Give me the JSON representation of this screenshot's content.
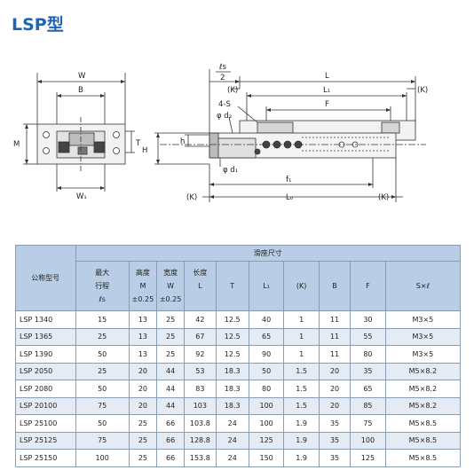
{
  "title": "LSP型",
  "drawing": {
    "left_view": {
      "W": "W",
      "B": "B",
      "M": "M",
      "T": "T",
      "W1": "W₁"
    },
    "right_view": {
      "ls2_top": "ℓs",
      "ls2_bottom": "2",
      "L": "L",
      "L1": "L₁",
      "K": "(K)",
      "four_S": "4-S",
      "F": "F",
      "phi_d2": "φ d₂",
      "h": "h",
      "H": "H",
      "phi_d1": "φ d₁",
      "f1": "f₁",
      "L0": "L₀"
    }
  },
  "table": {
    "group_header": "滑座尺寸",
    "model_header": "公称型号",
    "columns": [
      {
        "lines": [
          "最大",
          "行程",
          "ℓs"
        ]
      },
      {
        "lines": [
          "高度",
          "M",
          "±0.25"
        ]
      },
      {
        "lines": [
          "宽度",
          "W",
          "±0.25"
        ]
      },
      {
        "lines": [
          "长度",
          "L",
          ""
        ]
      },
      {
        "lines": [
          "T"
        ]
      },
      {
        "lines": [
          "L₁"
        ]
      },
      {
        "lines": [
          "(K)"
        ]
      },
      {
        "lines": [
          "B"
        ]
      },
      {
        "lines": [
          "F"
        ]
      },
      {
        "lines": [
          "S×ℓ"
        ]
      }
    ],
    "rows": [
      [
        "LSP 1340",
        "15",
        "13",
        "25",
        "42",
        "12.5",
        "40",
        "1",
        "11",
        "30",
        "M3×5"
      ],
      [
        "LSP 1365",
        "25",
        "13",
        "25",
        "67",
        "12.5",
        "65",
        "1",
        "11",
        "55",
        "M3×5"
      ],
      [
        "LSP 1390",
        "50",
        "13",
        "25",
        "92",
        "12.5",
        "90",
        "1",
        "11",
        "80",
        "M3×5"
      ],
      [
        "LSP 2050",
        "25",
        "20",
        "44",
        "53",
        "18.3",
        "50",
        "1.5",
        "20",
        "35",
        "M5×8.2"
      ],
      [
        "LSP 2080",
        "50",
        "20",
        "44",
        "83",
        "18.3",
        "80",
        "1.5",
        "20",
        "65",
        "M5×8.2"
      ],
      [
        "LSP 20100",
        "75",
        "20",
        "44",
        "103",
        "18.3",
        "100",
        "1.5",
        "20",
        "85",
        "M5×8.2"
      ],
      [
        "LSP 25100",
        "50",
        "25",
        "66",
        "103.8",
        "24",
        "100",
        "1.9",
        "35",
        "75",
        "M5×8.5"
      ],
      [
        "LSP 25125",
        "75",
        "25",
        "66",
        "128.8",
        "24",
        "125",
        "1.9",
        "35",
        "100",
        "M5×8.5"
      ],
      [
        "LSP 25150",
        "100",
        "25",
        "66",
        "153.8",
        "24",
        "150",
        "1.9",
        "35",
        "125",
        "M5×8.5"
      ]
    ]
  }
}
